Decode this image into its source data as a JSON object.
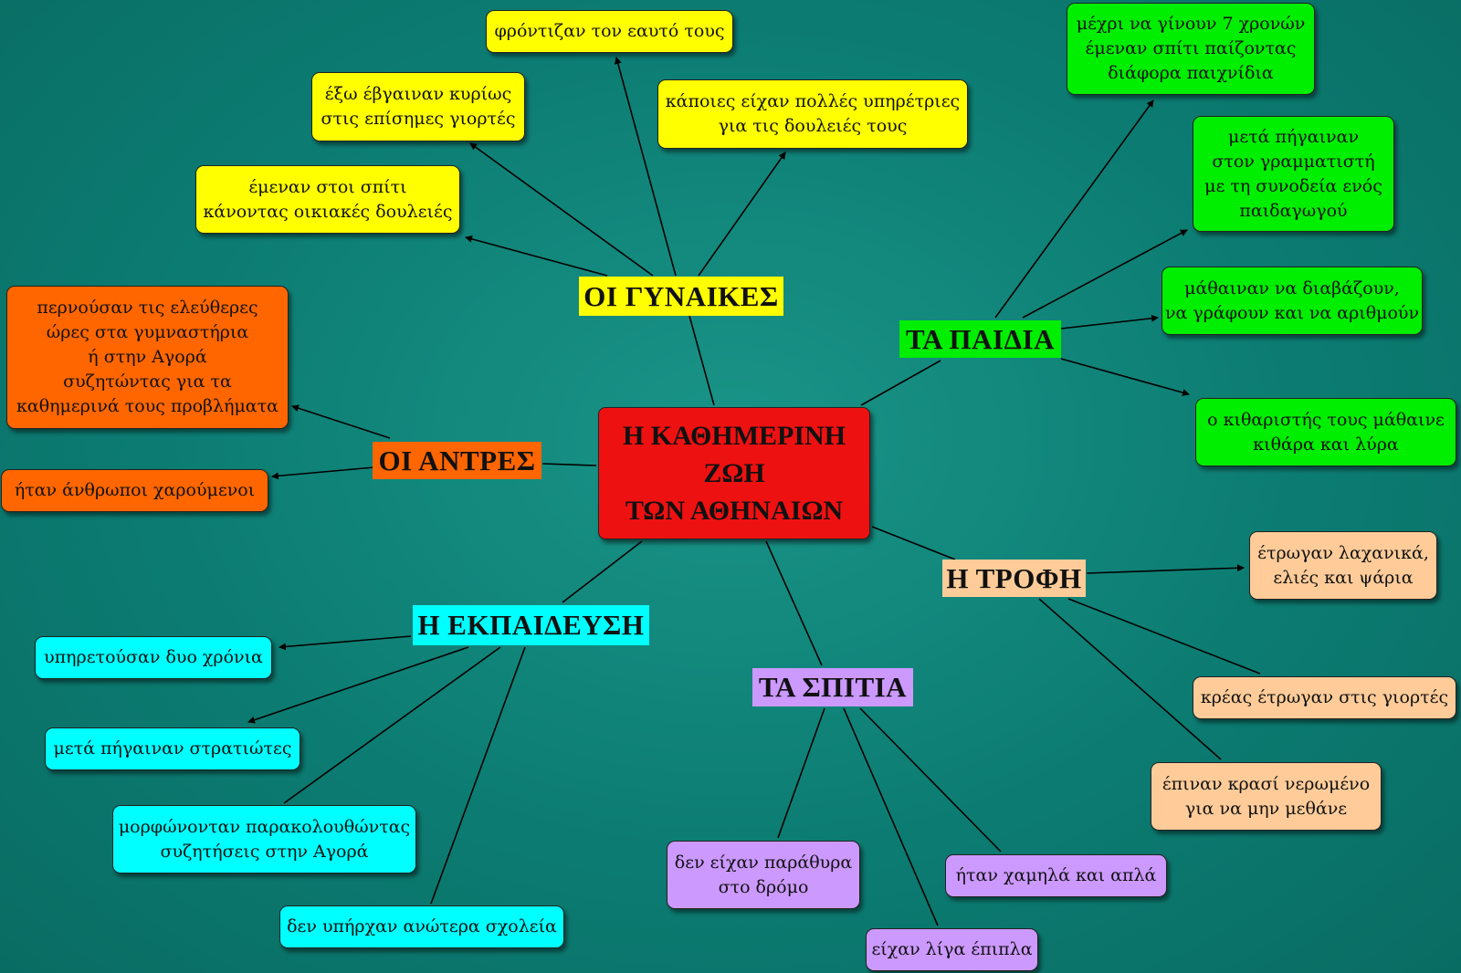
{
  "colors": {
    "background": "#0c7c72",
    "center": "#ee1111",
    "women": "#ffff00",
    "men": "#ff6600",
    "children": "#00ee00",
    "food": "#ffcc99",
    "houses": "#cc99ff",
    "education": "#00ffff"
  },
  "center": {
    "lines": [
      "Η ΚΑΘΗΜΕΡΙΝΗ",
      "ΖΩΗ",
      "ΤΩΝ ΑΘΗΝΑΙΩΝ"
    ]
  },
  "categories": {
    "women": "ΟΙ ΓΥΝΑΙΚΕΣ",
    "men": "ΟΙ ΑΝΤΡΕΣ",
    "children": "ΤΑ ΠΑΙΔΙΑ",
    "food": "Η ΤΡΟΦΗ",
    "houses": "ΤΑ ΣΠΙΤΙΑ",
    "education": "Η ΕΚΠΑΙΔΕΥΣΗ"
  },
  "women": {
    "care_self": [
      "φρόντιζαν τον εαυτό τους"
    ],
    "go_out": [
      "έξω έβγαιναν κυρίως",
      "στις επίσημες γιορτές"
    ],
    "stay_home": [
      "έμεναν στοι σπίτι",
      "κάνοντας οικιακές δουλειές"
    ],
    "servants": [
      "κάποιες είχαν πολλές υπηρέτριες",
      "για τις δουλειές τους"
    ]
  },
  "men": {
    "leisure": [
      "περνούσαν τις ελεύθερες",
      "ώρες στα γυμναστήρια",
      "ή στην Αγορά",
      "συζητώντας για τα",
      "καθημερινά τους προβλήματα"
    ],
    "cheerful": [
      "ήταν άνθρωποι χαρούμενοι"
    ]
  },
  "children": {
    "until_seven": [
      "μέχρι να γίνουν 7 χρονών",
      "έμεναν σπίτι παίζοντας",
      "διάφορα παιχνίδια"
    ],
    "grammatist": [
      "μετά πήγαιναν",
      "στον γραμματιστή",
      "με τη συνοδεία ενός",
      "παιδαγωγού"
    ],
    "learning": [
      "μάθαιναν να διαβάζουν,",
      "να γράφουν και να αριθμούν"
    ],
    "kitharist": [
      "ο κιθαριστής τους μάθαινε",
      "κιθάρα και λύρα"
    ]
  },
  "food": {
    "vegetables": [
      "έτρωγαν λαχανικά,",
      "ελιές και ψάρια"
    ],
    "meat": [
      "κρέας έτρωγαν στις γιορτές"
    ],
    "wine": [
      "έπιναν κρασί νερωμένο",
      "για να μην μεθάνε"
    ]
  },
  "houses": {
    "windows": [
      "δεν είχαν παράθυρα",
      "στο δρόμο"
    ],
    "low": [
      "ήταν χαμηλά και απλά"
    ],
    "furniture": [
      "είχαν λίγα έπιπλα"
    ]
  },
  "education": {
    "served": [
      "υπηρετούσαν δυο χρόνια"
    ],
    "soldiers": [
      "μετά πήγαιναν στρατιώτες"
    ],
    "educated": [
      "μορφώνονταν παρακολουθώντας",
      "συζητήσεις στην Αγορά"
    ],
    "no_schools": [
      "δεν υπήρχαν ανώτερα σχολεία"
    ]
  }
}
